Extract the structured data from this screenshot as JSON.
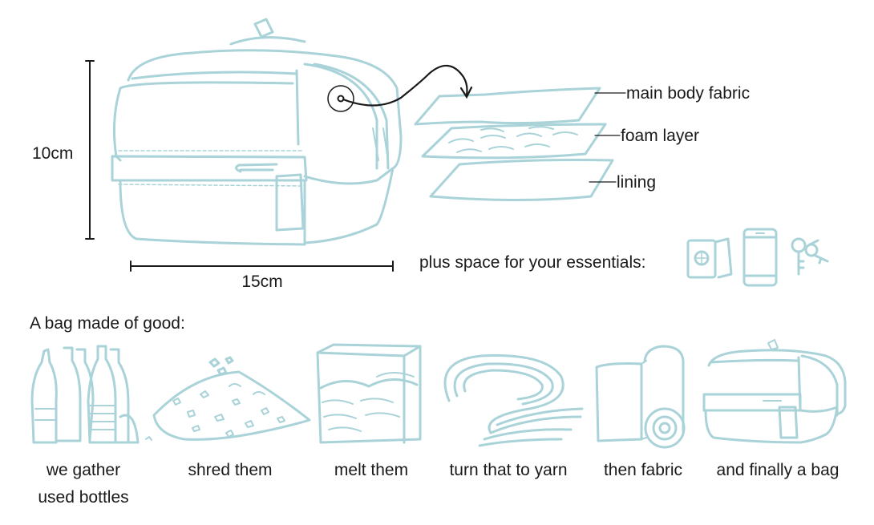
{
  "dimensions": {
    "height": "10cm",
    "width": "15cm"
  },
  "layers": [
    {
      "label": "main body fabric"
    },
    {
      "label": "foam layer"
    },
    {
      "label": "lining"
    }
  ],
  "essentials": {
    "label": "plus space for your essentials:",
    "icons": [
      "passport-icon",
      "phone-icon",
      "keys-icon"
    ]
  },
  "process": {
    "heading": "A bag made of good:",
    "steps": [
      {
        "icon": "bottles-icon",
        "line1": "we gather",
        "line2": "used bottles"
      },
      {
        "icon": "shreds-icon",
        "line1": "shred them",
        "line2": ""
      },
      {
        "icon": "melt-icon",
        "line1": "melt them",
        "line2": ""
      },
      {
        "icon": "yarn-icon",
        "line1": "turn that to yarn",
        "line2": ""
      },
      {
        "icon": "fabric-roll-icon",
        "line1": "then fabric",
        "line2": ""
      },
      {
        "icon": "bag-icon",
        "line1": "and finally a bag",
        "line2": ""
      }
    ]
  },
  "colors": {
    "sketch": "#a9d3d8",
    "ink": "#1a1a1a"
  }
}
